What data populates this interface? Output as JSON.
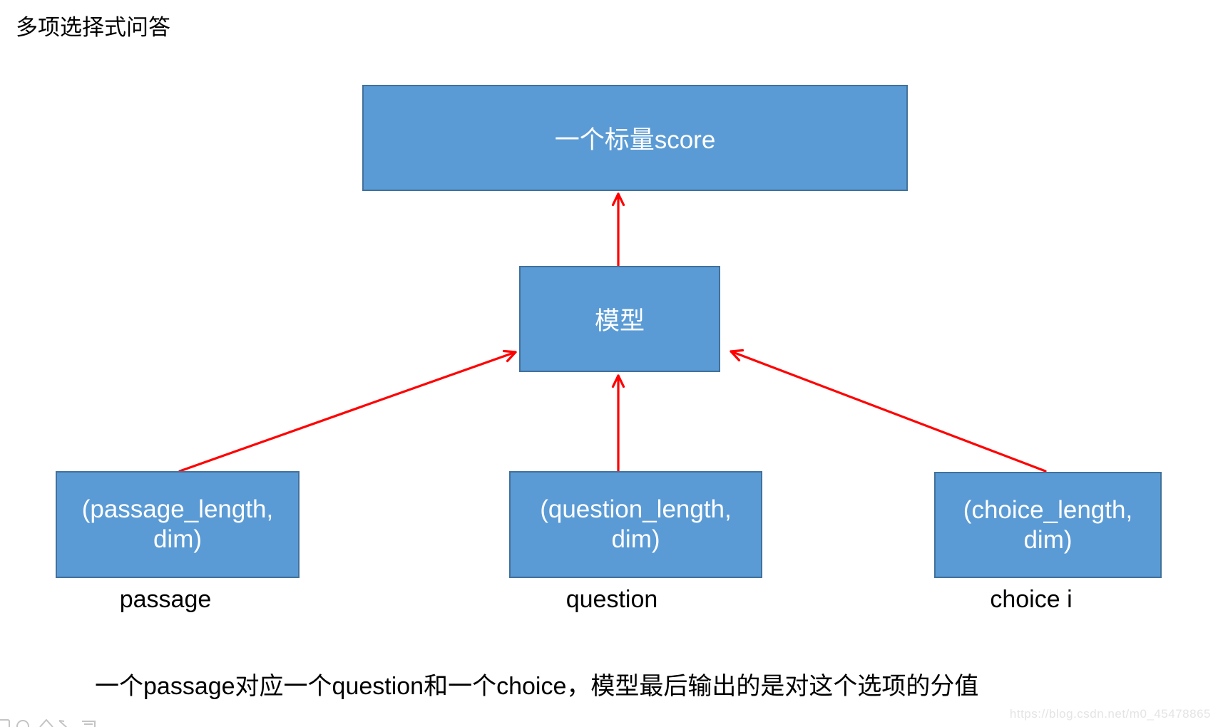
{
  "page": {
    "title": "多项选择式问答",
    "caption": "一个passage对应一个question和一个choice，模型最后输出的是对这个选项的分值",
    "watermark": "https://blog.csdn.net/m0_45478865"
  },
  "colors": {
    "box_fill": "#5b9bd5",
    "box_border": "#41719c",
    "arrow": "#ff0000",
    "text_on_box": "#ffffff",
    "text": "#000000",
    "watermark": "#e4e4e4",
    "corner_icons": "#c4c4c4"
  },
  "nodes": {
    "score": {
      "label": "一个标量score"
    },
    "model": {
      "label": "模型"
    },
    "passage": {
      "tensor": "(passage_length, dim)",
      "name": "passage"
    },
    "question": {
      "tensor": "(question_length, dim)",
      "name": "question"
    },
    "choice": {
      "tensor": "(choice_length, dim)",
      "name": "choice i"
    }
  },
  "edges": [
    {
      "from": "passage",
      "to": "model"
    },
    {
      "from": "question",
      "to": "model"
    },
    {
      "from": "choice",
      "to": "model"
    },
    {
      "from": "model",
      "to": "score"
    }
  ]
}
